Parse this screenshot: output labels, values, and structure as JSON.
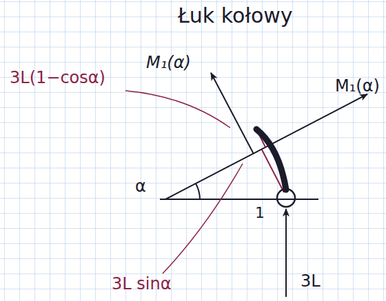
{
  "diagram": {
    "title": "Łuk kołowy",
    "labels": [
      "M₁(α)",
      "M₁(α)",
      "3L(1−cosα)",
      "α",
      "1",
      "3L sinα",
      "3L"
    ]
  }
}
